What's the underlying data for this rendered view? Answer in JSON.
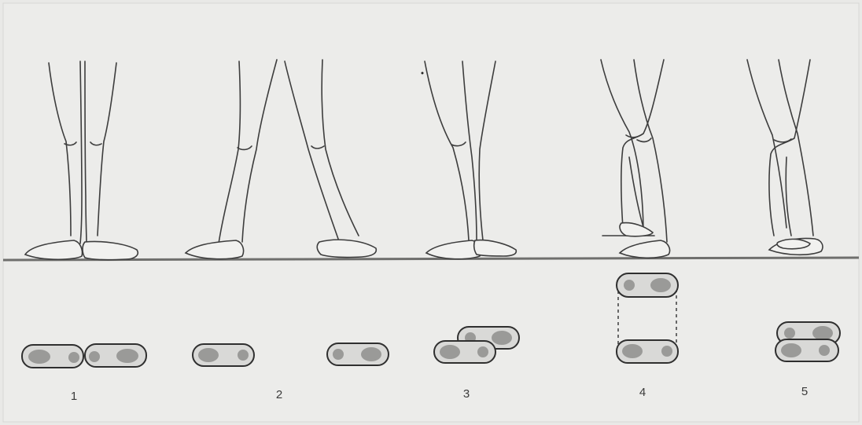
{
  "positions": [
    {
      "label": "1"
    },
    {
      "label": "2"
    },
    {
      "label": "3"
    },
    {
      "label": "4"
    },
    {
      "label": "5"
    }
  ]
}
